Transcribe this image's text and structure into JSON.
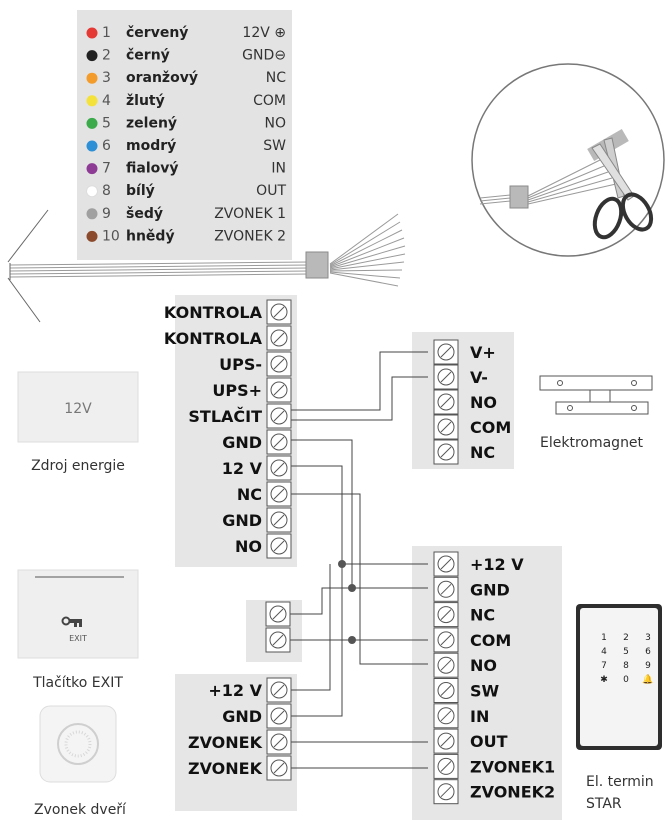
{
  "wire_legend": [
    {
      "num": "1",
      "name": "červený",
      "func": "12V ⊕",
      "color": "#e53935"
    },
    {
      "num": "2",
      "name": "černý",
      "func": "GND⊖",
      "color": "#222222"
    },
    {
      "num": "3",
      "name": "oranžový",
      "func": "NC",
      "color": "#f39c2b"
    },
    {
      "num": "4",
      "name": "žlutý",
      "func": "COM",
      "color": "#f4e23a"
    },
    {
      "num": "5",
      "name": "zelený",
      "func": "NO",
      "color": "#3aaa4a"
    },
    {
      "num": "6",
      "name": "modrý",
      "func": "SW",
      "color": "#2d8fd5"
    },
    {
      "num": "7",
      "name": "fialový",
      "func": "IN",
      "color": "#8e3b96"
    },
    {
      "num": "8",
      "name": "bílý",
      "func": "OUT",
      "color": "#ffffff"
    },
    {
      "num": "9",
      "name": "šedý",
      "func": "ZVONEK 1",
      "color": "#a0a0a0"
    },
    {
      "num": "10",
      "name": "hnědý",
      "func": "ZVONEK 2",
      "color": "#8b4a2b"
    }
  ],
  "power_block": {
    "terminals": [
      "KONTROLA",
      "KONTROLA",
      "UPS-",
      "UPS+",
      "STLAČIT",
      "GND",
      "12 V",
      "NC",
      "GND",
      "NO"
    ]
  },
  "magnet_block": {
    "terminals": [
      "V+",
      "V-",
      "NO",
      "COM",
      "NC"
    ]
  },
  "terminal_block": {
    "terminals": [
      "+12 V",
      "GND",
      "NC",
      "COM",
      "NO",
      "SW",
      "IN",
      "OUT",
      "ZVONEK1",
      "ZVONEK2"
    ]
  },
  "bell_block": {
    "terminals": [
      "+12 V",
      "GND",
      "ZVONEK",
      "ZVONEK"
    ]
  },
  "devices": {
    "power_supply": {
      "box_label": "12V",
      "caption": "Zdroj energie"
    },
    "exit_button": {
      "box_label": "EXIT",
      "caption": "Tlačítko EXIT"
    },
    "door_bell": {
      "caption": "Zvonek dveří"
    },
    "electromagnet": {
      "caption": "Elektromagnet"
    },
    "terminal": {
      "caption_line1": "El. termin",
      "caption_line2": "STAR"
    }
  },
  "keypad_keys": [
    "1",
    "2",
    "3",
    "4",
    "5",
    "6",
    "7",
    "8",
    "9",
    "✱",
    "0",
    "🔔"
  ]
}
